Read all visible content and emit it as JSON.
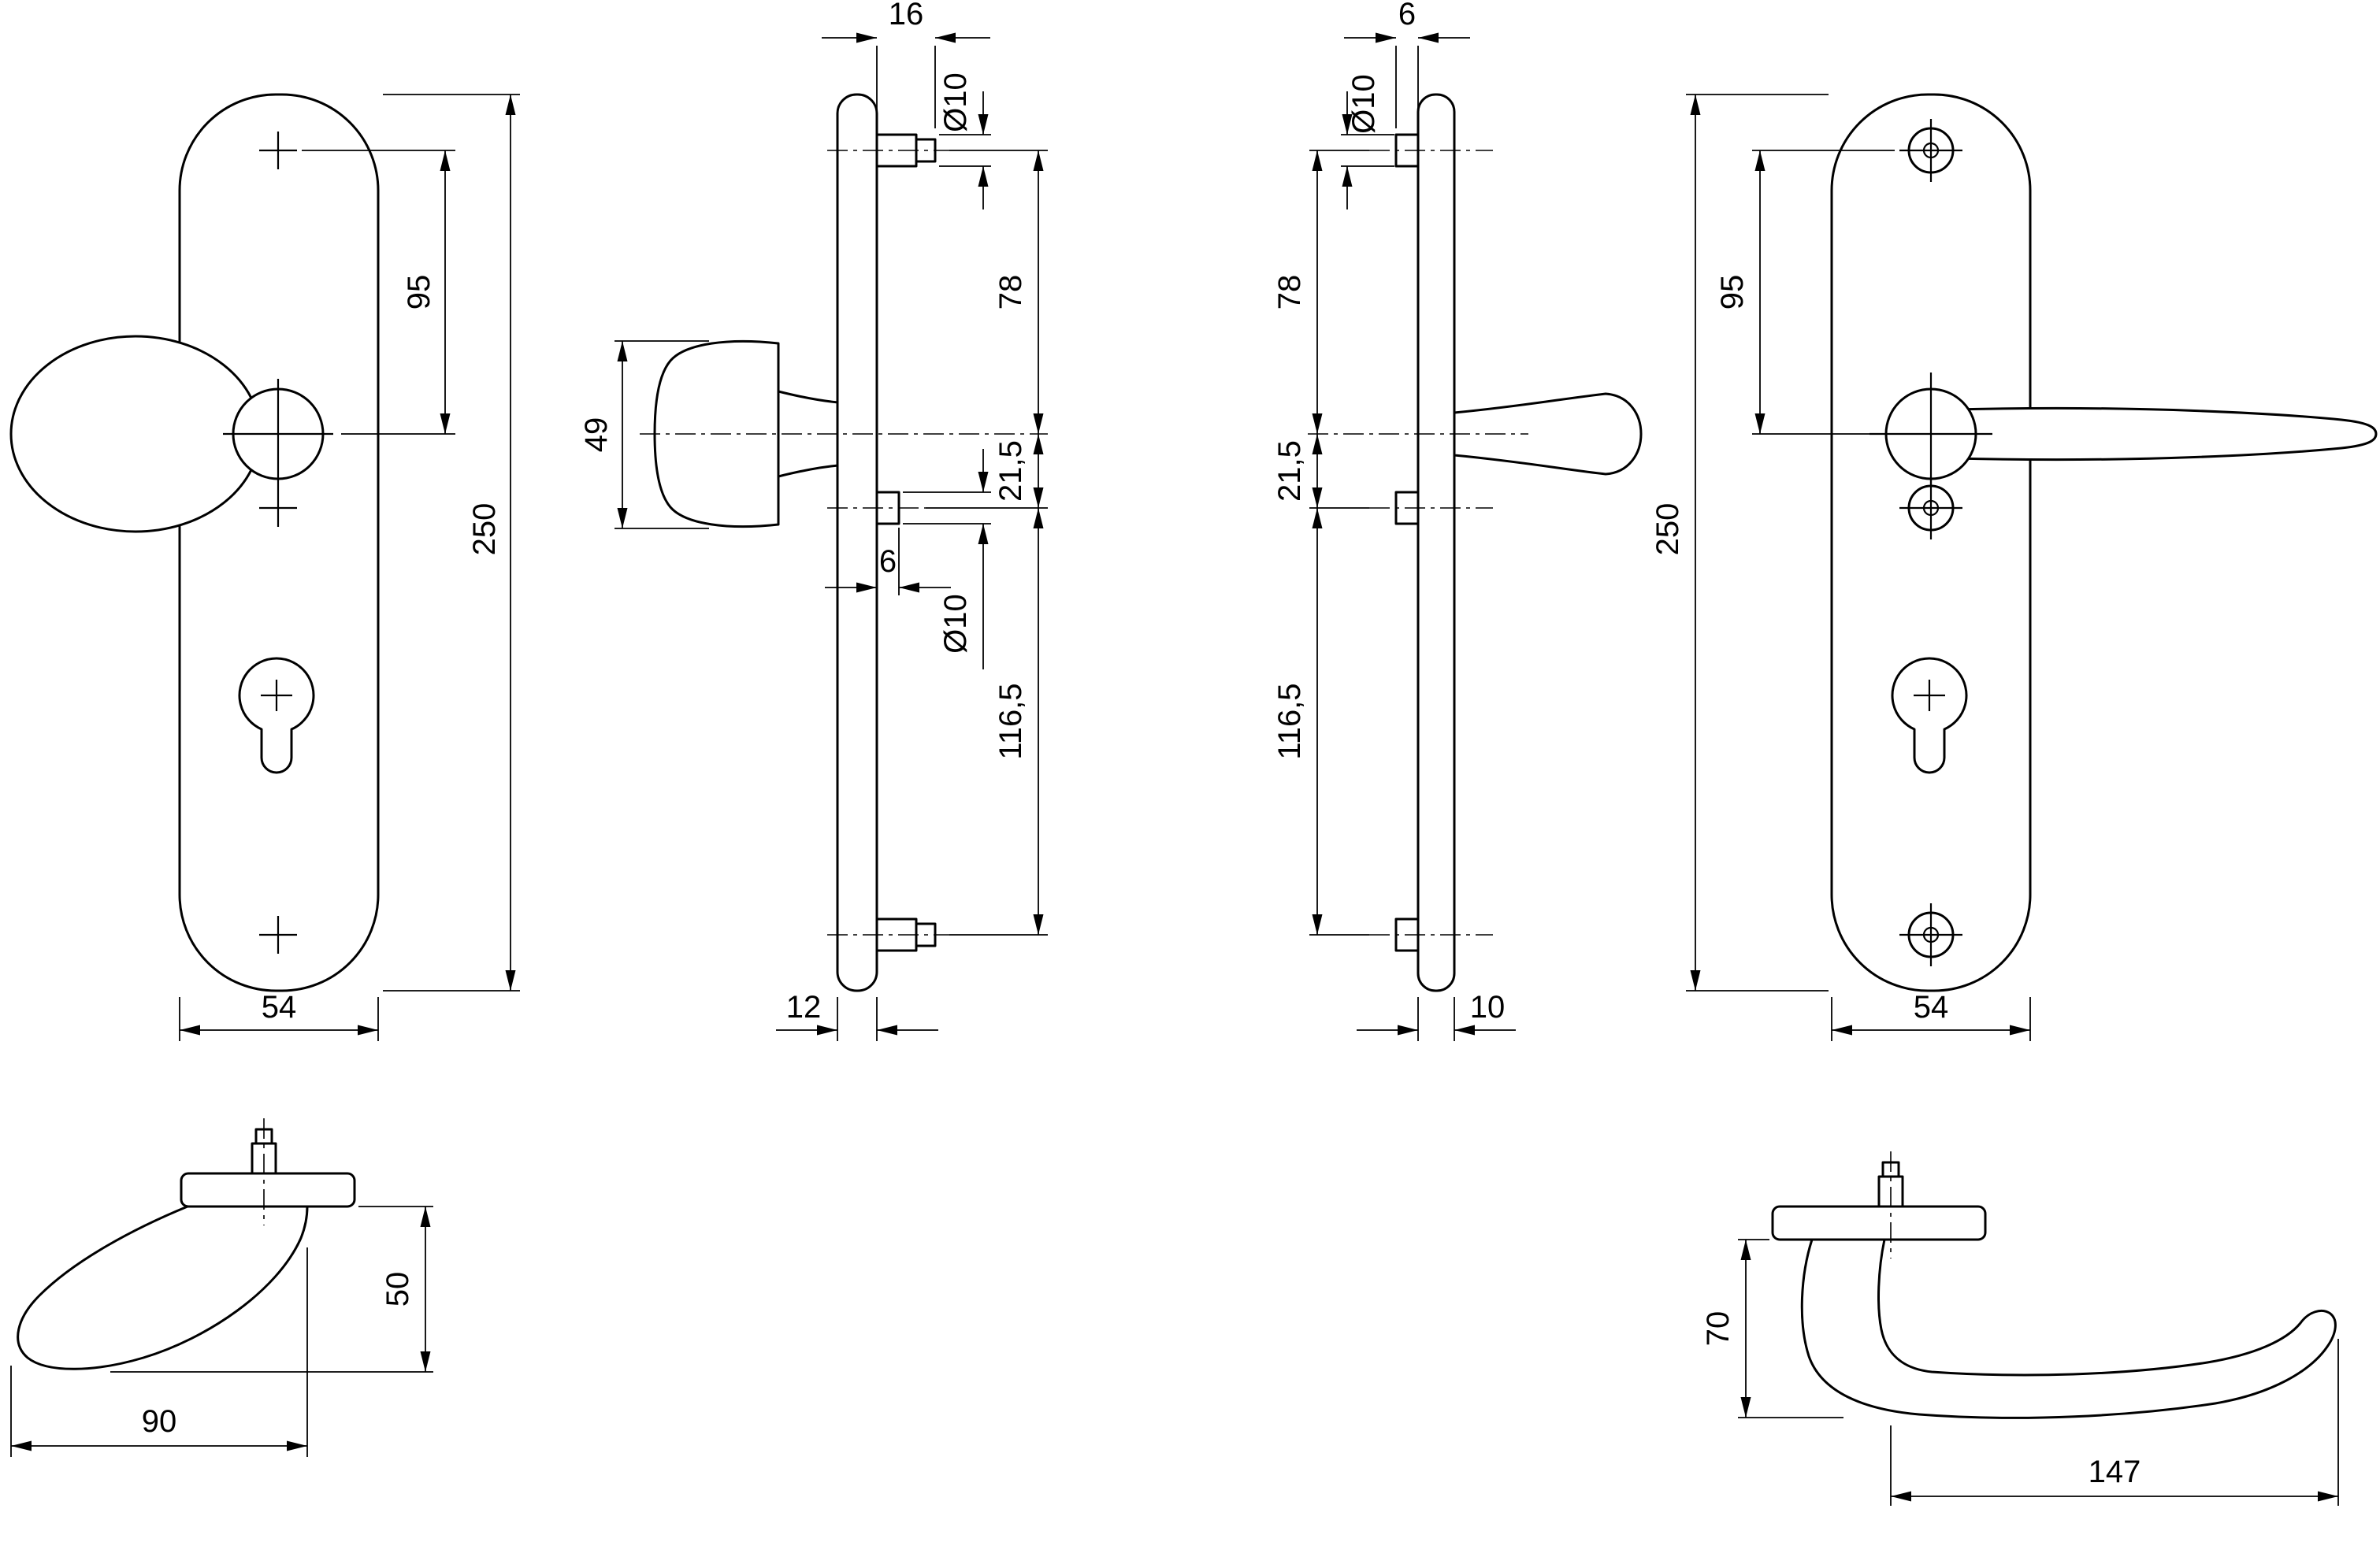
{
  "drawing": {
    "colors": {
      "line": "#000000",
      "background": "#ffffff"
    },
    "front_exterior": {
      "hole_spacing": "95",
      "plate_height": "250",
      "plate_width": "54"
    },
    "side_exterior": {
      "pin_length_top": "16",
      "knob_height": "49",
      "pin_diameter_top": "Ø10",
      "dist_top_to_handle": "78",
      "dist_handle_to_mid": "21,5",
      "pin_length_mid": "6",
      "pin_diameter_mid": "Ø10",
      "dist_mid_to_bottom": "116,5",
      "plate_thickness": "12"
    },
    "side_interior": {
      "pin_length_top": "6",
      "pin_diameter_top": "Ø10",
      "dist_top_to_handle": "78",
      "dist_handle_to_mid": "21,5",
      "dist_mid_to_bottom": "116,5",
      "plate_thickness": "10"
    },
    "front_interior": {
      "hole_spacing": "95",
      "plate_height": "250",
      "plate_width": "54"
    },
    "knob_top": {
      "projection": "50",
      "length": "90"
    },
    "lever_top": {
      "projection": "70",
      "length": "147"
    }
  }
}
